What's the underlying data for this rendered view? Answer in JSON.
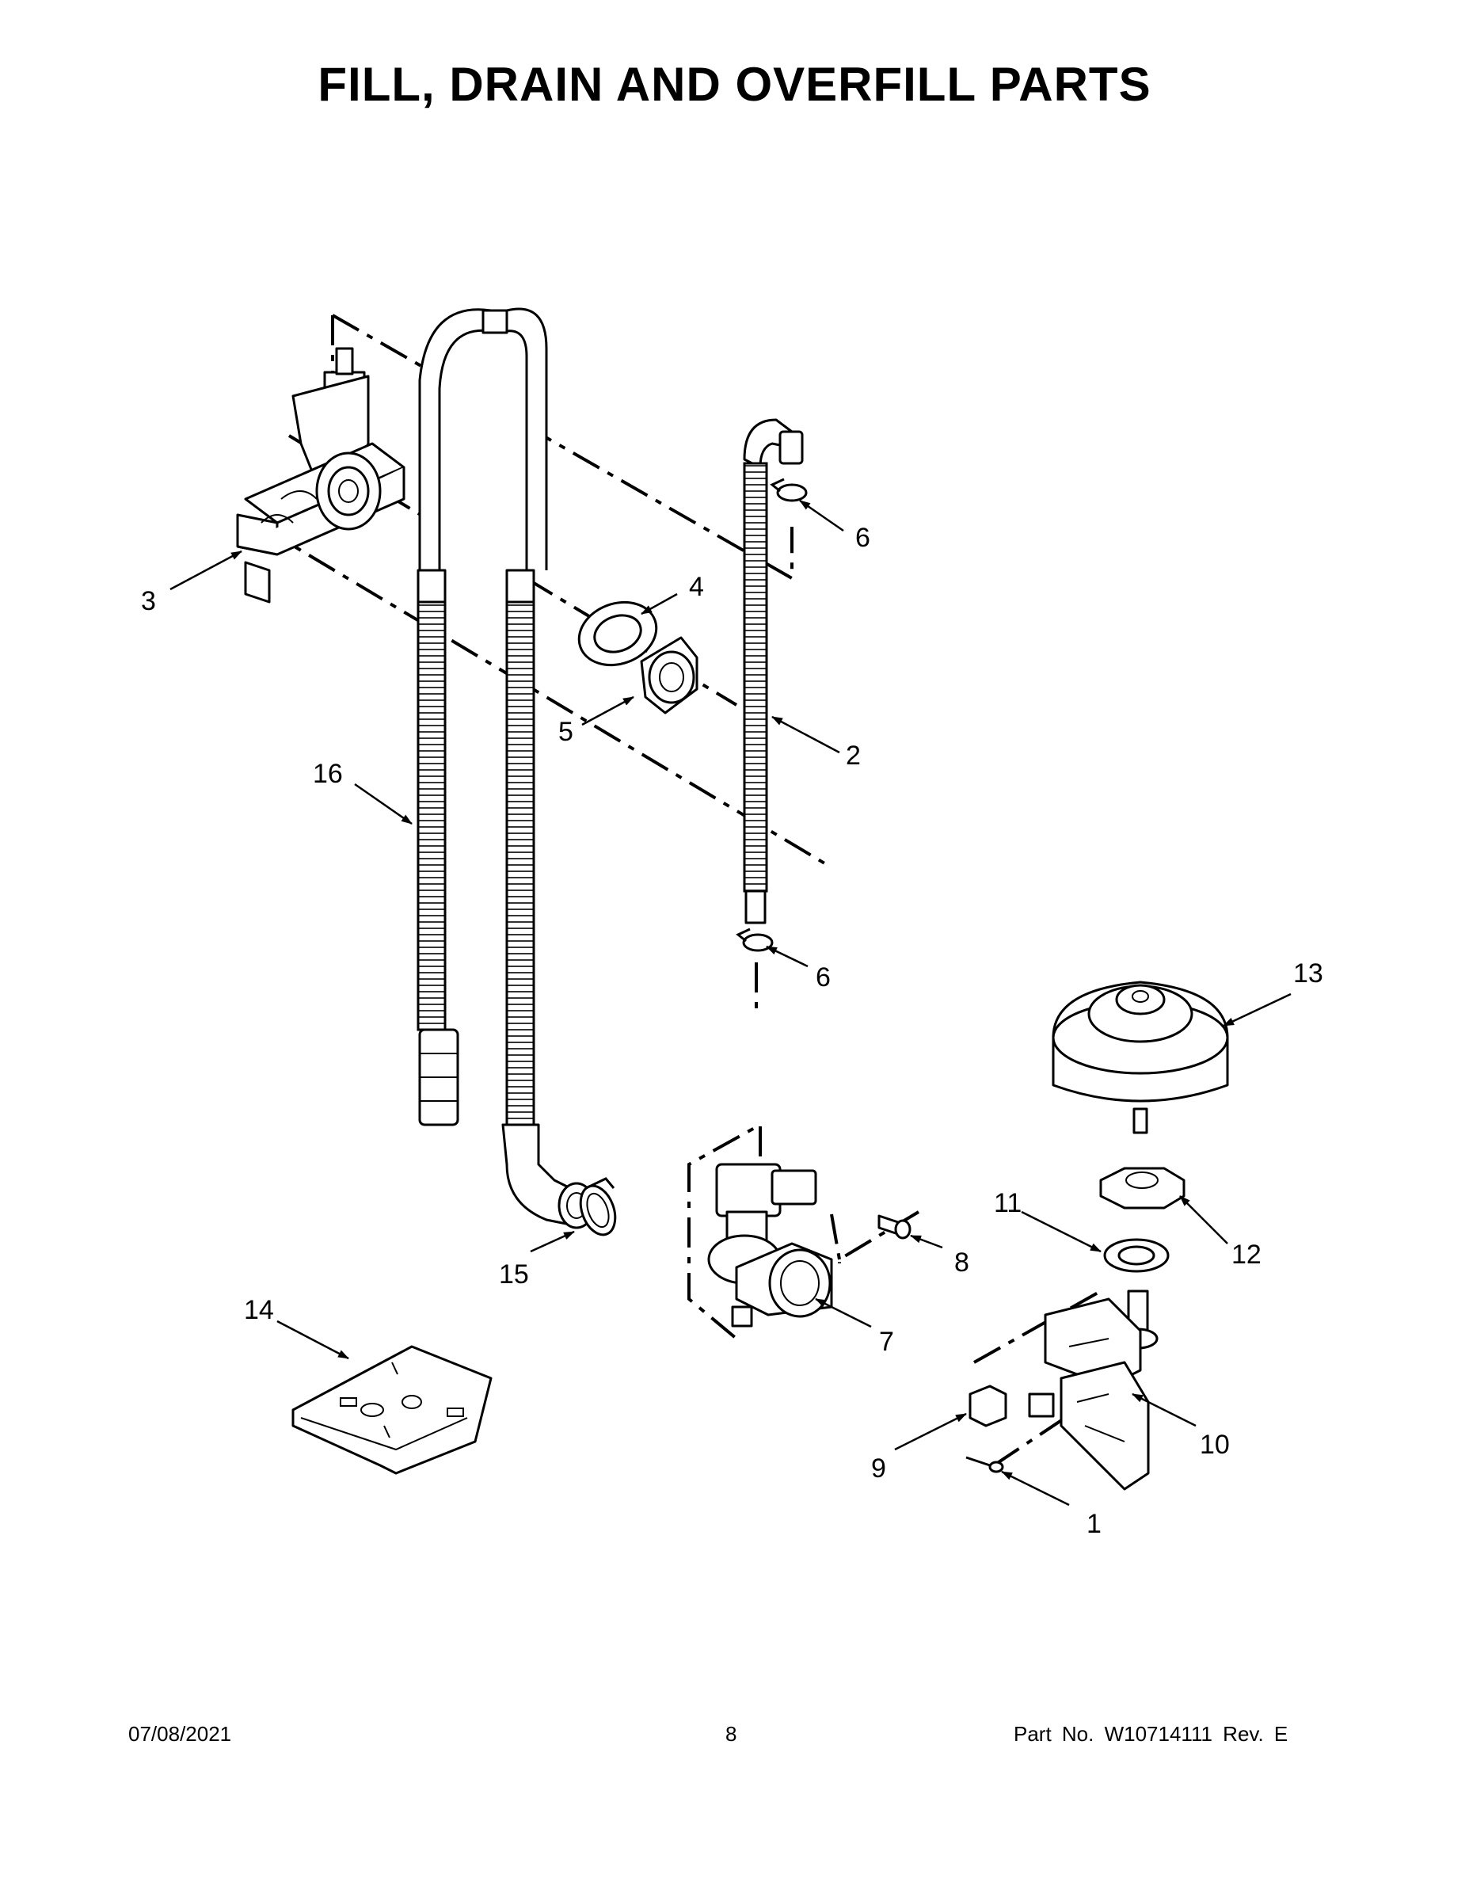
{
  "title": "FILL, DRAIN AND OVERFILL PARTS",
  "footer": {
    "date": "07/08/2021",
    "page": "8",
    "part": "Part No.  W10714111  Rev.  E"
  },
  "callouts": {
    "c1": "1",
    "c2": "2",
    "c3": "3",
    "c4": "4",
    "c5": "5",
    "c6a": "6",
    "c6b": "6",
    "c7": "7",
    "c8": "8",
    "c9": "9",
    "c10": "10",
    "c11": "11",
    "c12": "12",
    "c13": "13",
    "c14": "14",
    "c15": "15",
    "c16": "16"
  }
}
